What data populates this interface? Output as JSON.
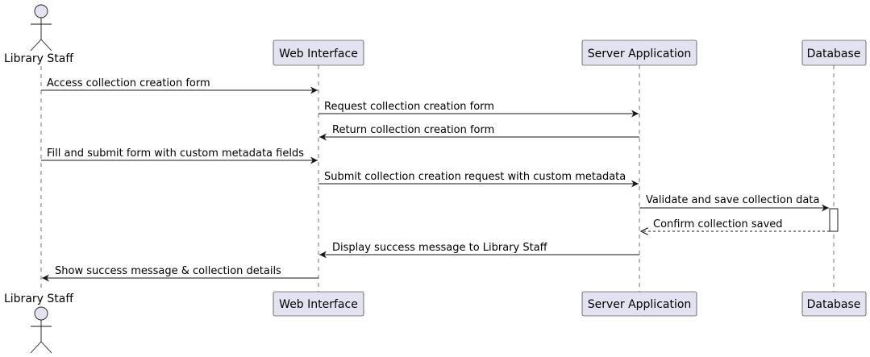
{
  "participants": [
    {
      "id": "staff",
      "label": "Library Staff",
      "kind": "actor"
    },
    {
      "id": "web",
      "label": "Web Interface",
      "kind": "participant"
    },
    {
      "id": "server",
      "label": "Server Application",
      "kind": "participant"
    },
    {
      "id": "db",
      "label": "Database",
      "kind": "participant"
    }
  ],
  "messages": [
    {
      "from": "staff",
      "to": "web",
      "label": "Access collection creation form",
      "style": "solid"
    },
    {
      "from": "web",
      "to": "server",
      "label": "Request collection creation form",
      "style": "solid"
    },
    {
      "from": "server",
      "to": "web",
      "label": "Return collection creation form",
      "style": "solid"
    },
    {
      "from": "staff",
      "to": "web",
      "label": "Fill and submit form with custom metadata fields",
      "style": "solid"
    },
    {
      "from": "web",
      "to": "server",
      "label": "Submit collection creation request with custom metadata",
      "style": "solid"
    },
    {
      "from": "server",
      "to": "db",
      "label": "Validate and save collection data",
      "style": "solid"
    },
    {
      "from": "db",
      "to": "server",
      "label": "Confirm collection saved",
      "style": "dashed"
    },
    {
      "from": "server",
      "to": "web",
      "label": "Display success message to Library Staff",
      "style": "solid"
    },
    {
      "from": "web",
      "to": "staff",
      "label": "Show success message & collection details",
      "style": "solid"
    }
  ],
  "colors": {
    "participant_fill": "#E2E2F0",
    "line": "#181818"
  }
}
